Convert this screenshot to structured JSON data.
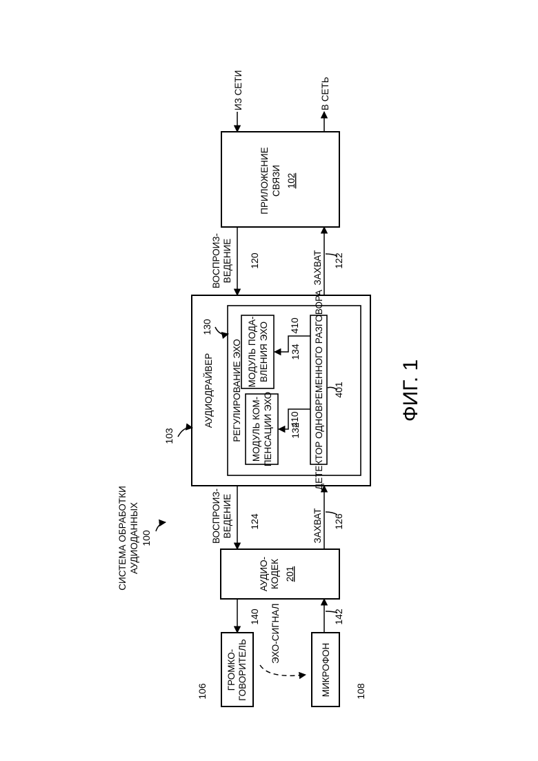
{
  "system": {
    "title_line1": "СИСТЕМА ОБРАБОТКИ",
    "title_line2": "АУДИОДАННЫХ",
    "ref": "100"
  },
  "app": {
    "line1": "ПРИЛОЖЕНИЕ",
    "line2": "СВЯЗИ",
    "ref": "102"
  },
  "net": {
    "from": "ИЗ СЕТИ",
    "to": "В СЕТЬ"
  },
  "driver": {
    "title": "АУДИОДРАЙВЕР",
    "ref": "103"
  },
  "echo_control": {
    "title": "РЕГУЛИРОВАНИЕ ЭХО",
    "ref": "130"
  },
  "aec": {
    "line1": "МОДУЛЬ КОМ-",
    "line2": "ПЕНСАЦИИ ЭХО",
    "ref": "132"
  },
  "aes": {
    "line1": "МОДУЛЬ ПОДА-",
    "line2": "ВЛЕНИЯ ЭХО",
    "ref": "134"
  },
  "dtd": {
    "label": "ДЕТЕКТОР ОДНОВРЕМЕННОГО РАЗГОВОРА",
    "ref": "401",
    "signal_ref": "410"
  },
  "upper": {
    "playback_line1": "ВОСПРОИЗ-",
    "playback_line2": "ВЕДЕНИЕ",
    "playback_ref": "120",
    "capture": "ЗАХВАТ",
    "capture_ref": "122"
  },
  "lower": {
    "playback_line1": "ВОСПРОИЗ-",
    "playback_line2": "ВЕДЕНИЕ",
    "playback_ref": "124",
    "capture": "ЗАХВАТ",
    "capture_ref": "126"
  },
  "codec": {
    "line1": "АУДИО-",
    "line2": "КОДЕК",
    "ref": "201"
  },
  "speaker": {
    "line1": "ГРОМКО-",
    "line2": "ГОВОРИТЕЛЬ",
    "ref": "106",
    "link_ref": "140"
  },
  "mic": {
    "label": "МИКРОФОН",
    "ref": "108",
    "link_ref": "142"
  },
  "echo_signal": "ЭХО-СИГНАЛ",
  "figure": "ФИГ. 1"
}
